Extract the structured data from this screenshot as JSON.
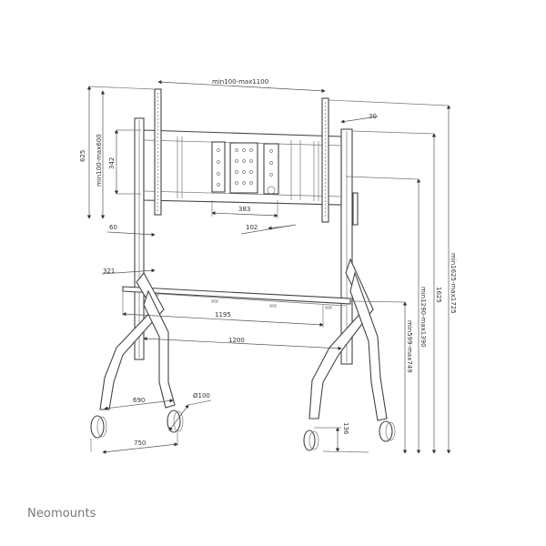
{
  "brand": {
    "name": "Neomounts"
  },
  "dimensions": {
    "vesa_width": "min100-max1100",
    "top_offset": "30",
    "height_625": "625",
    "vesa_height": "min100-max600",
    "bracket_342": "342",
    "spacing_383": "383",
    "spacing_102": "102",
    "column_60": "60",
    "shelf_depth_321": "321",
    "shelf_width_1195": "1195",
    "base_width_1200": "1200",
    "leg_690": "690",
    "wheel_diameter": "Ø100",
    "wheelbase_750": "750",
    "ground_clearance_136": "136",
    "shelf_height": "min599-max749",
    "mount_height": "min1290-max1390",
    "column_height": "1625",
    "total_height": "min1625-max1725"
  }
}
